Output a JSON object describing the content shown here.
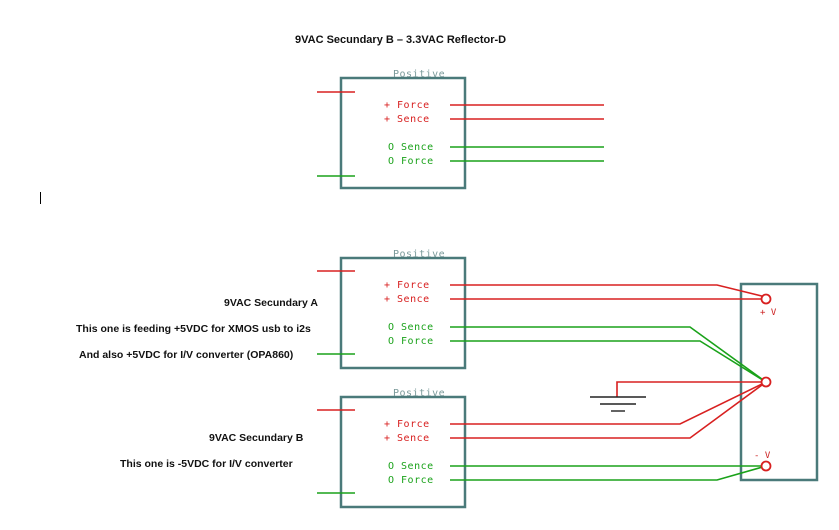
{
  "title": "9VAC Secundary B – 3.3VAC Reflector-D",
  "box_label": "Positive",
  "pins": {
    "plus_force": "+ Force",
    "plus_sense": "+ Sence",
    "zero_sense": "O Sence",
    "zero_force": "O Force"
  },
  "annotations": {
    "sec_a_title": "9VAC Secundary A",
    "sec_a_line1": "This one is feeding +5VDC for XMOS usb to i2s",
    "sec_a_line2": "And also +5VDC for I/V converter (OPA860)",
    "sec_b_title": "9VAC Secundary B",
    "sec_b_line1": "This one is -5VDC for I/V converter"
  },
  "terminals": {
    "plus_v": "+ V",
    "minus_v": "- V"
  },
  "colors": {
    "positive_wire": "#d82020",
    "negative_wire": "#1aa21a",
    "box_border": "#4a7a7a"
  }
}
